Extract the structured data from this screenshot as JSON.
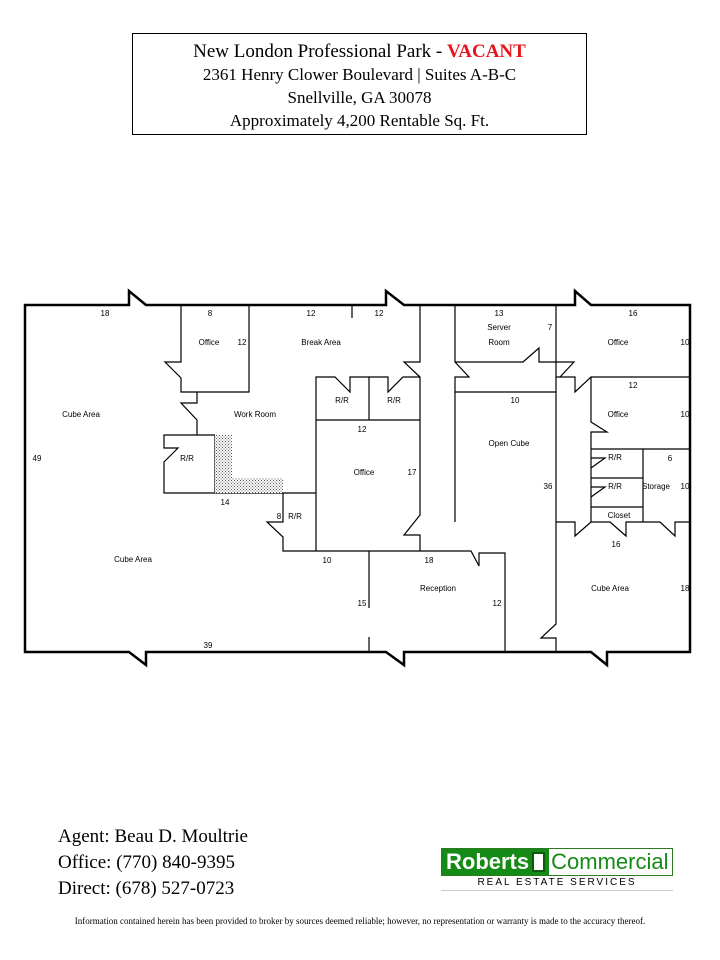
{
  "header": {
    "title": "New London Professional Park - ",
    "status": "VACANT",
    "address": "2361 Henry Clower Boulevard | Suites A-B-C",
    "city": "Snellville, GA 30078",
    "size": "Approximately 4,200 Rentable Sq. Ft."
  },
  "rooms": {
    "cube_area_left": "Cube Area",
    "office_1": "Office",
    "break_area": "Break Area",
    "work_room": "Work Room",
    "rr_1": "R/R",
    "rr_2": "R/R",
    "rr_3": "R/R",
    "rr_4": "R/R",
    "office_center": "Office",
    "cube_area_bottom": "Cube Area",
    "server_room_1": "Server",
    "server_room_2": "Room",
    "open_cube": "Open Cube",
    "reception": "Reception",
    "office_right_1": "Office",
    "office_right_2": "Office",
    "rr_5": "R/R",
    "rr_6": "R/R",
    "storage": "Storage",
    "closet": "Closet",
    "cube_area_right": "Cube Area"
  },
  "dimensions": {
    "d18a": "18",
    "d8a": "8",
    "d12a": "12",
    "d12b": "12",
    "d12c": "12",
    "d13": "13",
    "d7": "7",
    "d16a": "16",
    "d10a": "10",
    "d12d": "12",
    "d10b": "10",
    "d10c": "10",
    "d49": "49",
    "d12e": "12",
    "d17": "17",
    "d6": "6",
    "d10d": "10",
    "d14": "14",
    "d8b": "8",
    "d36": "36",
    "d16b": "16",
    "d10e": "10",
    "d18b": "18",
    "d18c": "18",
    "d15": "15",
    "d12f": "12",
    "d39": "39"
  },
  "contact": {
    "agent": "Agent:  Beau D. Moultrie",
    "office": "Office: (770) 840-9395",
    "direct": "Direct: (678) 527-0723"
  },
  "logo": {
    "left": "Roberts",
    "right": "Commercial",
    "tagline": "REAL ESTATE SERVICES",
    "green": "#168a16"
  },
  "disclaimer": "Information contained herein has been provided to broker by sources deemed reliable; however, no representation or warranty is made to the accuracy thereof.",
  "colors": {
    "vacant": "#e8141b"
  }
}
